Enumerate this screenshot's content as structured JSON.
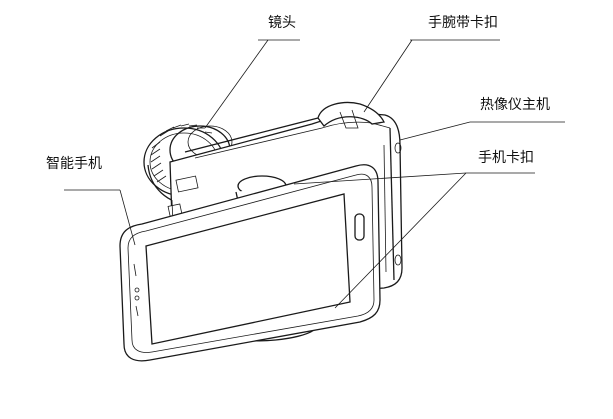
{
  "labels": {
    "lens": "镜头",
    "wrist_strap_clip": "手腕带卡扣",
    "thermal_main_unit": "热像仪主机",
    "phone_clip": "手机卡扣",
    "smartphone": "智能手机"
  },
  "colors": {
    "line": "#1a1a1a",
    "background": "#ffffff"
  }
}
